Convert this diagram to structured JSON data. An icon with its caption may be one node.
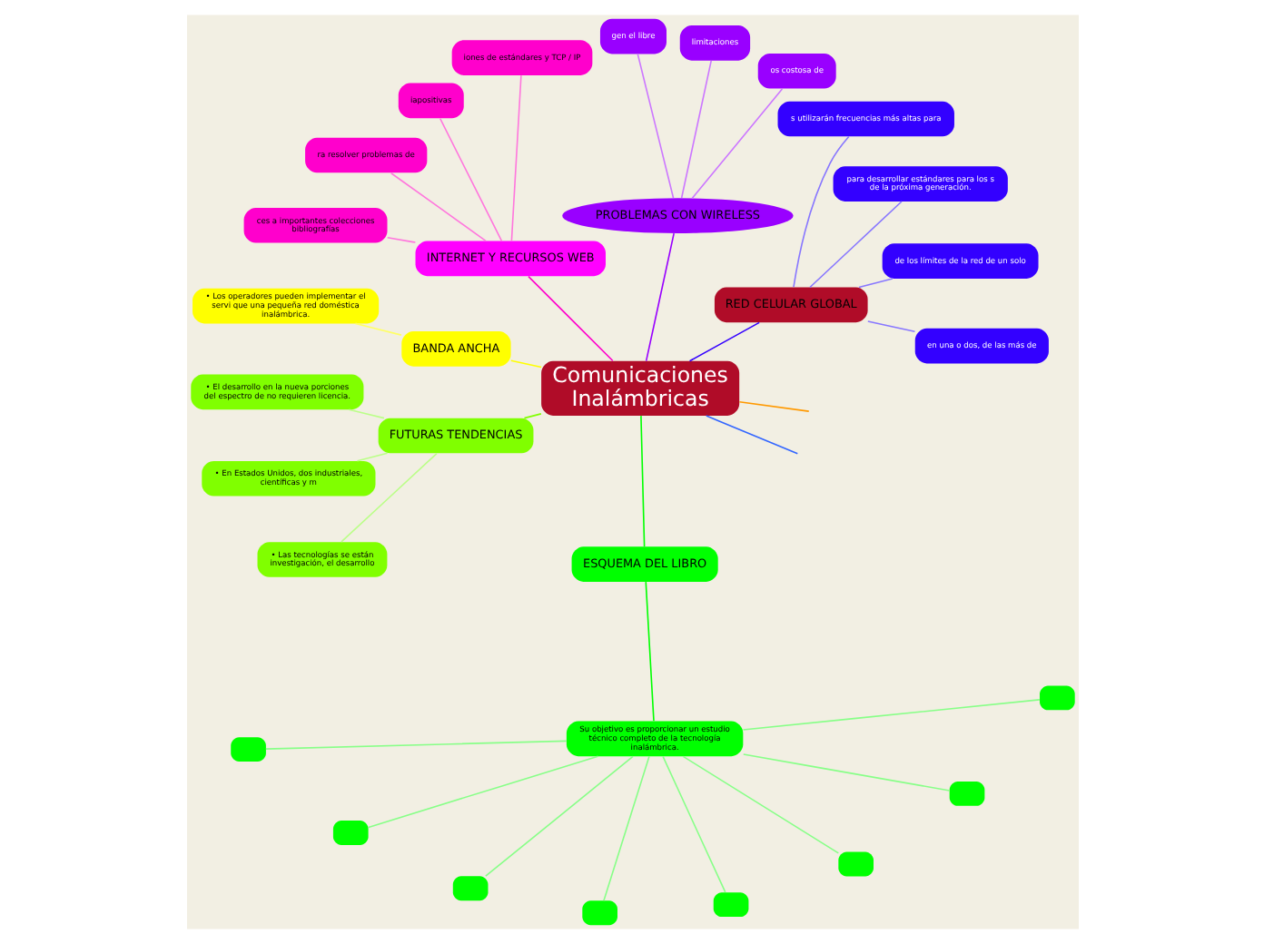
{
  "diagram": {
    "nodes": [
      {
        "text": [
          "Comunicaciones Inalámbricas"
        ]
      },
      {
        "text": [
          "RED CELULAR GLOBAL"
        ]
      },
      {
        "text": [
          "en una o dos, de las más de"
        ]
      },
      {
        "text": [
          "de los límites de la red de un solo"
        ]
      },
      {
        "text": [
          "para desarrollar estándares para los s de la próxima generación."
        ]
      },
      {
        "text": [
          "s utilizarán frecuencias más altas para"
        ]
      },
      {
        "text": [
          "PROBLEMAS CON WIRELESS"
        ]
      },
      {
        "text": [
          "os costosa de"
        ]
      },
      {
        "text": [
          "limitaciones"
        ]
      },
      {
        "text": [
          "gen el libre"
        ]
      },
      {
        "text": [
          "INTERNET Y RECURSOS WEB"
        ]
      },
      {
        "text": [
          "iones de estándares y TCP / IP"
        ]
      },
      {
        "text": [
          "iapositivas"
        ]
      },
      {
        "text": [
          "ra resolver problemas de"
        ]
      },
      {
        "text": [
          "ces a importantes colecciones bibliografías"
        ]
      },
      {
        "text": [
          "BANDA ANCHA"
        ]
      },
      {
        "text": [
          "• Los operadores pueden implementar el servi que una pequeña red doméstica inalámbrica."
        ]
      },
      {
        "text": [
          "FUTURAS TENDENCIAS"
        ]
      },
      {
        "text": [
          "• El desarrollo en la nueva porciones del espectro de no requieren licencia."
        ]
      },
      {
        "text": [
          "• En Estados Unidos, dos industriales, científicas y m"
        ]
      },
      {
        "text": [
          "• Las tecnologías se están investigación, el desarrollo"
        ]
      },
      {
        "text": [
          "ESQUEMA DEL LIBRO"
        ]
      },
      {
        "text": [
          "Su objetivo es proporcionar un estudio técnico completo de la tecnología inalámbrica."
        ]
      },
      {
        "text": [],
        "shape": "box"
      },
      {
        "text": [],
        "shape": "box"
      },
      {
        "text": [],
        "shape": "box"
      },
      {
        "text": [],
        "shape": "box"
      },
      {
        "text": [],
        "shape": "box"
      },
      {
        "text": [],
        "shape": "box"
      },
      {
        "text": [],
        "shape": "box"
      },
      {
        "text": [],
        "shape": "box"
      }
    ],
    "edges": [
      {
        "from": 0,
        "to": null,
        "arrow": "none",
        "color": "#3366ff"
      },
      {
        "from": 0,
        "to": null,
        "arrow": "none",
        "color": "#ff9900"
      },
      {
        "from": 0,
        "to": 1,
        "arrow": "none",
        "color": "#3300ff"
      },
      {
        "from": 1,
        "to": 2,
        "arrow": "none",
        "color": "#8877ff"
      },
      {
        "from": 1,
        "to": 3,
        "arrow": "none",
        "color": "#8877ff"
      },
      {
        "from": 1,
        "to": 4,
        "arrow": "none",
        "color": "#8877ff"
      },
      {
        "from": 1,
        "to": 5,
        "arrow": "none",
        "color": "#8877ff"
      },
      {
        "from": 0,
        "to": 6,
        "arrow": "none",
        "color": "#9900ff"
      },
      {
        "from": 6,
        "to": 7,
        "arrow": "none",
        "color": "#cc77ff"
      },
      {
        "from": 6,
        "to": 8,
        "arrow": "none",
        "color": "#cc77ff"
      },
      {
        "from": 6,
        "to": 9,
        "arrow": "none",
        "color": "#cc77ff"
      },
      {
        "from": 0,
        "to": 10,
        "arrow": "none",
        "color": "#ff00cc"
      },
      {
        "from": 10,
        "to": 11,
        "arrow": "none",
        "color": "#ff77dd"
      },
      {
        "from": 10,
        "to": 12,
        "arrow": "none",
        "color": "#ff77dd"
      },
      {
        "from": 10,
        "to": 13,
        "arrow": "none",
        "color": "#ff77dd"
      },
      {
        "from": 10,
        "to": 14,
        "arrow": "none",
        "color": "#ff77dd"
      },
      {
        "from": 0,
        "to": 15,
        "arrow": "none",
        "color": "#ffff00"
      },
      {
        "from": 15,
        "to": 16,
        "arrow": "none",
        "color": "#ffff66"
      },
      {
        "from": 0,
        "to": 17,
        "arrow": "none",
        "color": "#80ff00"
      },
      {
        "from": 17,
        "to": 18,
        "arrow": "none",
        "color": "#bbff88"
      },
      {
        "from": 17,
        "to": 19,
        "arrow": "none",
        "color": "#bbff88"
      },
      {
        "from": 17,
        "to": 20,
        "arrow": "none",
        "color": "#bbff88"
      },
      {
        "from": 0,
        "to": 21,
        "arrow": "none",
        "color": "#00ff00"
      },
      {
        "from": 21,
        "to": 22,
        "arrow": "none",
        "color": "#00ff00"
      },
      {
        "from": 22,
        "to": 23,
        "arrow": "none",
        "color": "#88ff88"
      },
      {
        "from": 22,
        "to": 24,
        "arrow": "none",
        "color": "#88ff88"
      },
      {
        "from": 22,
        "to": 25,
        "arrow": "none",
        "color": "#88ff88"
      },
      {
        "from": 22,
        "to": 26,
        "arrow": "none",
        "color": "#88ff88"
      },
      {
        "from": 22,
        "to": 27,
        "arrow": "none",
        "color": "#88ff88"
      },
      {
        "from": 22,
        "to": 28,
        "arrow": "none",
        "color": "#88ff88"
      },
      {
        "from": 22,
        "to": 29,
        "arrow": "none",
        "color": "#88ff88"
      },
      {
        "from": 22,
        "to": 30,
        "arrow": "none",
        "color": "#88ff88"
      }
    ]
  }
}
